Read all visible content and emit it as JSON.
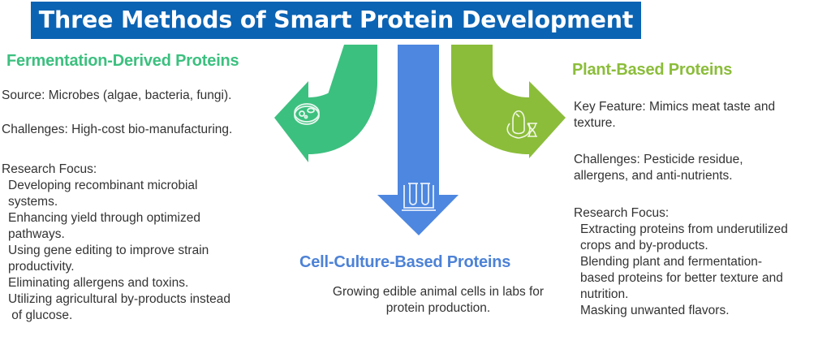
{
  "title": "Three Methods of Smart Protein Development",
  "colors": {
    "banner": "#0b63b3",
    "fermentation": "#3cc07f",
    "cell_culture": "#4d82d6",
    "plant": "#8bbd3a",
    "body_text": "#333333"
  },
  "fermentation": {
    "heading": "Fermentation-Derived Proteins",
    "icon": "petri-dish-icon",
    "source": "Source: Microbes (algae, bacteria, fungi).",
    "challenges": "Challenges: High-cost bio-manufacturing.",
    "research_label": "Research Focus:",
    "research_lines": [
      "Developing recombinant microbial",
      "systems.",
      "Enhancing yield through optimized",
      "pathways.",
      "Using gene editing to improve strain",
      "productivity.",
      "Eliminating allergens and toxins.",
      "Utilizing agricultural by-products instead",
      " of glucose."
    ]
  },
  "cell_culture": {
    "heading": "Cell-Culture-Based Proteins",
    "icon": "test-tubes-icon",
    "description_lines": [
      "Growing edible animal cells in labs for",
      "protein production."
    ]
  },
  "plant": {
    "heading": "Plant-Based Proteins",
    "icon": "corn-dna-icon",
    "key_feature_lines": [
      "Key Feature: Mimics meat taste and",
      "texture."
    ],
    "challenges_lines": [
      "Challenges: Pesticide residue,",
      "allergens, and anti-nutrients."
    ],
    "research_label": "Research Focus:",
    "research_lines": [
      "Extracting proteins from underutilized",
      "crops and by-products.",
      "Blending plant and fermentation-",
      "based proteins for better texture and",
      "nutrition.",
      "Masking unwanted flavors."
    ]
  }
}
